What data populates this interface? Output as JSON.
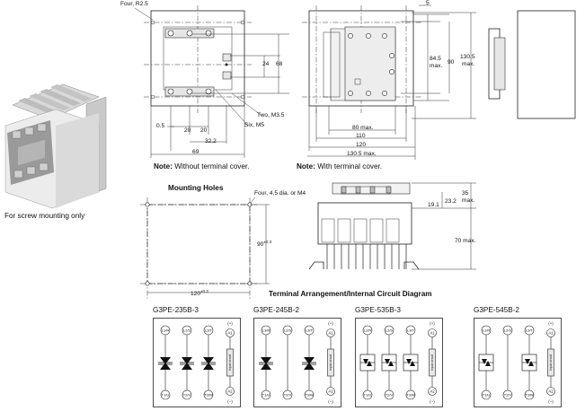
{
  "product_caption": "For screw mounting only",
  "front_view": {
    "four_r": "Four, R2.5",
    "dim_24": "24",
    "dim_68": "68",
    "dim_05": "0.5",
    "dim_20a": "20",
    "dim_20b": "20",
    "dim_322": "32.2",
    "dim_69": "69",
    "two_m35": "Two, M3.5",
    "six_m5": "Six, M5",
    "note_label": "Note:",
    "note_text": " Without terminal cover."
  },
  "side_view": {
    "dim_5": "5",
    "dim_845": "84.5",
    "dim_max_a": "max.",
    "dim_90": "90",
    "dim_1305v": "130.5",
    "dim_max_b": "max.",
    "dim_80": "80 max.",
    "dim_110": "110",
    "dim_120": "120",
    "dim_1305h": "130.5 max.",
    "note_label": "Note:",
    "note_text": " With terminal cover."
  },
  "mounting": {
    "title": "Mounting Holes",
    "four_holes": "Four, 4.5 dia. or M4",
    "dim_90": "90",
    "dim_90_tol": "±0.3",
    "dim_120": "120",
    "dim_120_tol": "±0.3"
  },
  "bottom_view": {
    "dim_35": "35",
    "dim_35_max": "max.",
    "dim_191": "19.1",
    "dim_232": "23.2",
    "dim_70": "70 max."
  },
  "terminal_title": "Terminal Arrangement/Internal Circuit Diagram",
  "circuits": [
    {
      "model": "G3PE-235B-3",
      "top": [
        "L1/R",
        "L2/S",
        "L3/T"
      ],
      "bottom": [
        "T1/U",
        "T2/V",
        "T3/W"
      ],
      "plus": "(+)",
      "a1": "A1",
      "a2": "A2",
      "minus": "(−)",
      "input": "Input circuit"
    },
    {
      "model": "G3PE-245B-2",
      "top": [
        "L1/R",
        "L2/S",
        "L3/T"
      ],
      "bottom": [
        "T1/U",
        "T2/V",
        "T3/W"
      ],
      "plus": "(+)",
      "a1": "A1",
      "a2": "A2",
      "minus": "(−)",
      "input": "Input circuit"
    },
    {
      "model": "G3PE-535B-3",
      "top": [
        "L1/R",
        "L2/S",
        "L3/T"
      ],
      "bottom": [
        "T1/U",
        "T2/V",
        "T3/W"
      ],
      "plus": "(+)",
      "a1": "A1",
      "a2": "A2",
      "minus": "(−)",
      "input": "Input circuit"
    },
    {
      "model": "G3PE-545B-2",
      "top": [
        "L1/R",
        "L2/S",
        "L3/T"
      ],
      "bottom": [
        "T1/U",
        "T2/V",
        "T3/W"
      ],
      "plus": "(+)",
      "a1": "A1",
      "a2": "A2",
      "minus": "(−)",
      "input": "Input circuit"
    }
  ]
}
